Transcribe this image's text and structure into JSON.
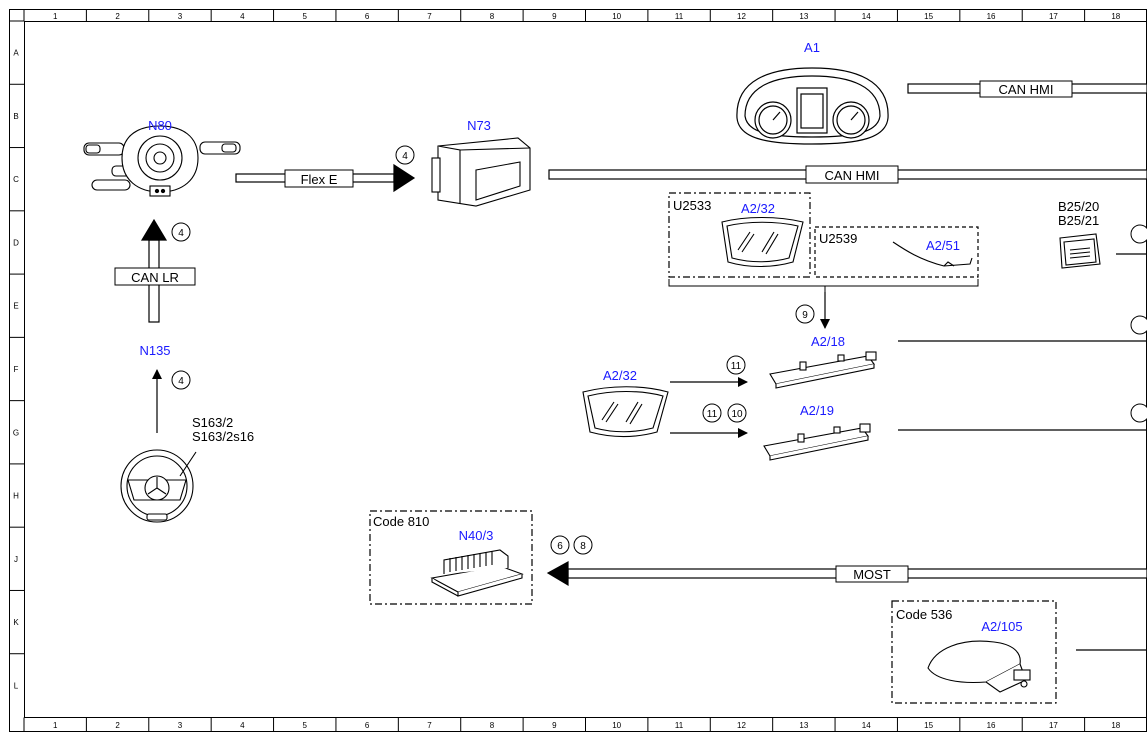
{
  "grid": {
    "columns": [
      "1",
      "2",
      "3",
      "4",
      "5",
      "6",
      "7",
      "8",
      "9",
      "10",
      "11",
      "12",
      "13",
      "14",
      "15",
      "16",
      "17",
      "18"
    ],
    "rows": [
      "A",
      "B",
      "C",
      "D",
      "E",
      "F",
      "G",
      "H",
      "J",
      "K",
      "L"
    ]
  },
  "components": {
    "a1": "A1",
    "n80": "N80",
    "n73": "N73",
    "n135": "N135",
    "s163_2": "S163/2",
    "s163_2s16": "S163/2s16",
    "a2_32_top": "A2/32",
    "a2_51": "A2/51",
    "b25_20": "B25/20",
    "b25_21": "B25/21",
    "a2_18": "A2/18",
    "a2_32_mid": "A2/32",
    "a2_19": "A2/19",
    "n40_3": "N40/3",
    "a2_105": "A2/105"
  },
  "groups": {
    "u2533": "U2533",
    "u2539": "U2539",
    "code810": "Code 810",
    "code536": "Code 536"
  },
  "bus_labels": {
    "can_hmi_top": "CAN HMI",
    "can_hmi_mid": "CAN HMI",
    "flex_e": "Flex E",
    "can_lr": "CAN LR",
    "most": "MOST"
  },
  "circle_refs": {
    "n73_in": "4",
    "n80_in": "4",
    "n135_in": "4",
    "a2_18_in": "9",
    "a2_18_side": "11",
    "a2_19_a": "11",
    "a2_19_b": "10",
    "n40_a": "6",
    "n40_b": "8"
  }
}
